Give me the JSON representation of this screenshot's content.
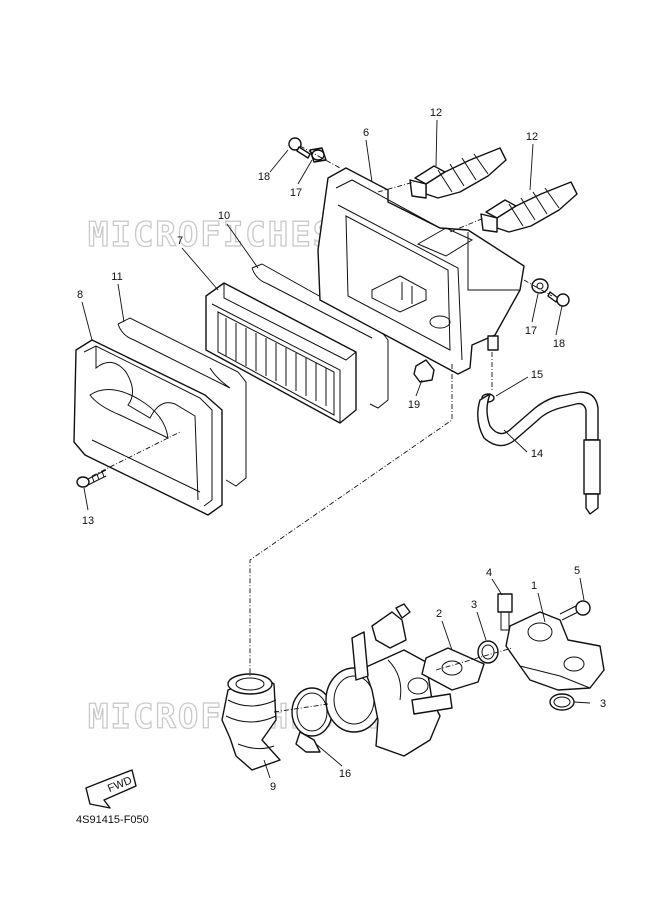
{
  "diagram": {
    "part_code": "4S91415-F050",
    "watermark": "MICROFICHES.NET",
    "fwd_label": "FWD",
    "callouts": [
      {
        "id": "c1",
        "label": "1"
      },
      {
        "id": "c2",
        "label": "2"
      },
      {
        "id": "c3a",
        "label": "3"
      },
      {
        "id": "c3b",
        "label": "3"
      },
      {
        "id": "c4",
        "label": "4"
      },
      {
        "id": "c5",
        "label": "5"
      },
      {
        "id": "c6",
        "label": "6"
      },
      {
        "id": "c7",
        "label": "7"
      },
      {
        "id": "c8",
        "label": "8"
      },
      {
        "id": "c9",
        "label": "9"
      },
      {
        "id": "c10",
        "label": "10"
      },
      {
        "id": "c11",
        "label": "11"
      },
      {
        "id": "c12a",
        "label": "12"
      },
      {
        "id": "c12b",
        "label": "12"
      },
      {
        "id": "c13",
        "label": "13"
      },
      {
        "id": "c14",
        "label": "14"
      },
      {
        "id": "c15",
        "label": "15"
      },
      {
        "id": "c16",
        "label": "16"
      },
      {
        "id": "c17a",
        "label": "17"
      },
      {
        "id": "c17b",
        "label": "17"
      },
      {
        "id": "c18a",
        "label": "18"
      },
      {
        "id": "c18b",
        "label": "18"
      },
      {
        "id": "c19",
        "label": "19"
      }
    ]
  }
}
